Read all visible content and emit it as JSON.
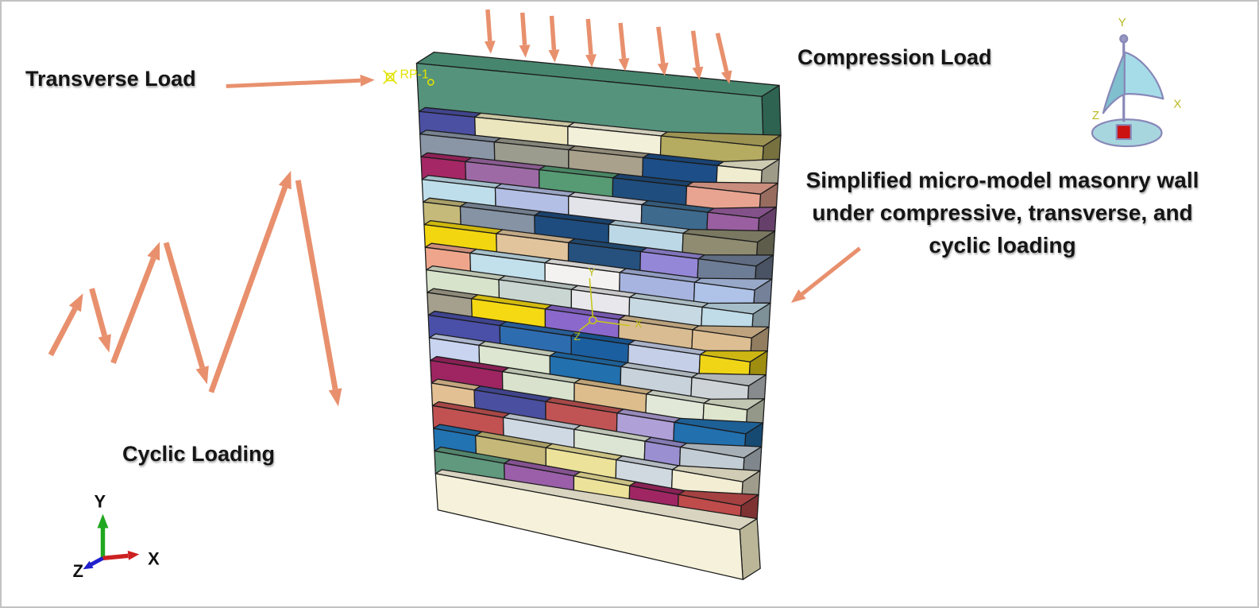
{
  "labels": {
    "transverse_load": "Transverse Load",
    "compression_load": "Compression Load",
    "cyclic_loading": "Cyclic Loading",
    "annotation_line1": "Simplified micro-model masonry wall",
    "annotation_line2": "under compressive, transverse, and",
    "annotation_line3": "cyclic loading",
    "reference_point": "RP-1"
  },
  "axis_labels": {
    "x": "X",
    "y": "Y",
    "z": "Z"
  },
  "colors": {
    "arrow": "#E8906D",
    "label_text": "#151515",
    "yellow_marker": "#E2E200",
    "olive_axis": "#BDBD1C",
    "triad_x_red": "#CC2020",
    "triad_y_green": "#1FA81F",
    "triad_z_blue": "#2020CC",
    "compass_sail_light": "#A5DCE8",
    "compass_sail_dark": "#7FBFCE",
    "compass_base": "#A8D6DF",
    "compass_frame": "#8888B8",
    "compass_square": "#CC1111"
  },
  "wall": {
    "top_beam": {
      "front": "#55937D",
      "top": "#47866E",
      "side": "#2E6351"
    },
    "base_beam": {
      "front": "#F5F1DA",
      "side": "#BBB698"
    },
    "rows": [
      [
        {
          "c": "#4B50A3",
          "w": 0.6
        },
        {
          "c": "#EBE6BE",
          "w": 1
        },
        {
          "c": "#F3F0DA",
          "w": 1
        },
        {
          "c": "#B5AB61",
          "w": 1.1
        }
      ],
      [
        {
          "c": "#8A96A6",
          "w": 1
        },
        {
          "c": "#9B9B8E",
          "w": 1
        },
        {
          "c": "#A9A18C",
          "w": 1
        },
        {
          "c": "#1D4E87",
          "w": 1
        },
        {
          "c": "#F0ECD0",
          "w": 0.6
        }
      ],
      [
        {
          "c": "#A62765",
          "w": 0.6
        },
        {
          "c": "#9E6AA6",
          "w": 1
        },
        {
          "c": "#569B74",
          "w": 1
        },
        {
          "c": "#1F4D7D",
          "w": 1
        },
        {
          "c": "#E8A491",
          "w": 1
        }
      ],
      [
        {
          "c": "#BFDEEB",
          "w": 1
        },
        {
          "c": "#B3BFE4",
          "w": 1
        },
        {
          "c": "#E3E3EA",
          "w": 1
        },
        {
          "c": "#3E6A8E",
          "w": 0.9
        },
        {
          "c": "#9A5FA0",
          "w": 0.7
        }
      ],
      [
        {
          "c": "#C6BA7A",
          "w": 0.5
        },
        {
          "c": "#8593A4",
          "w": 1
        },
        {
          "c": "#1E4C7E",
          "w": 1
        },
        {
          "c": "#BCD8E6",
          "w": 1
        },
        {
          "c": "#8F8C72",
          "w": 1
        }
      ],
      [
        {
          "c": "#F2D60F",
          "w": 1
        },
        {
          "c": "#E2C49C",
          "w": 1
        },
        {
          "c": "#26517E",
          "w": 1
        },
        {
          "c": "#9587D8",
          "w": 0.8
        },
        {
          "c": "#6E7D96",
          "w": 0.8
        }
      ],
      [
        {
          "c": "#EFA58B",
          "w": 0.6
        },
        {
          "c": "#C2E0EC",
          "w": 1
        },
        {
          "c": "#F4F2F0",
          "w": 1
        },
        {
          "c": "#A7B4DF",
          "w": 1
        },
        {
          "c": "#AFC3E8",
          "w": 0.8
        }
      ],
      [
        {
          "c": "#D8E3CC",
          "w": 1
        },
        {
          "c": "#C9D6D2",
          "w": 1
        },
        {
          "c": "#E8E8EC",
          "w": 0.8
        },
        {
          "c": "#C7D9E2",
          "w": 1
        },
        {
          "c": "#BFDCE8",
          "w": 0.7
        }
      ],
      [
        {
          "c": "#A5A08E",
          "w": 0.6
        },
        {
          "c": "#F5D912",
          "w": 1
        },
        {
          "c": "#8A68CC",
          "w": 1
        },
        {
          "c": "#D9BC92",
          "w": 1
        },
        {
          "c": "#DDBE92",
          "w": 0.8
        }
      ],
      [
        {
          "c": "#4A50A8",
          "w": 1
        },
        {
          "c": "#2E6CB0",
          "w": 1
        },
        {
          "c": "#1C5FA0",
          "w": 0.8
        },
        {
          "c": "#C5CFE8",
          "w": 1
        },
        {
          "c": "#F0D516",
          "w": 0.7
        }
      ],
      [
        {
          "c": "#C8D4F0",
          "w": 0.7
        },
        {
          "c": "#DCE6D0",
          "w": 1
        },
        {
          "c": "#2270AE",
          "w": 1
        },
        {
          "c": "#C7D2DA",
          "w": 1
        },
        {
          "c": "#CDD3D6",
          "w": 0.8
        }
      ],
      [
        {
          "c": "#9E2562",
          "w": 1
        },
        {
          "c": "#D8E2CC",
          "w": 1
        },
        {
          "c": "#DDBD8C",
          "w": 1
        },
        {
          "c": "#E2E8D8",
          "w": 0.8
        },
        {
          "c": "#DFE6CE",
          "w": 0.6
        }
      ],
      [
        {
          "c": "#E3C094",
          "w": 0.6
        },
        {
          "c": "#4A4FA0",
          "w": 1
        },
        {
          "c": "#C05454",
          "w": 1
        },
        {
          "c": "#B0A0D8",
          "w": 0.8
        },
        {
          "c": "#2270AE",
          "w": 1
        }
      ],
      [
        {
          "c": "#C25252",
          "w": 1
        },
        {
          "c": "#CFD9E4",
          "w": 1
        },
        {
          "c": "#DCE4D4",
          "w": 1
        },
        {
          "c": "#9A8FD0",
          "w": 0.5
        },
        {
          "c": "#C2CCD4",
          "w": 0.9
        }
      ],
      [
        {
          "c": "#2273B2",
          "w": 0.6
        },
        {
          "c": "#C5B878",
          "w": 1
        },
        {
          "c": "#ECE29A",
          "w": 1
        },
        {
          "c": "#D0D8E0",
          "w": 0.8
        },
        {
          "c": "#F2EDD3",
          "w": 1
        }
      ],
      [
        {
          "c": "#60997E",
          "w": 1
        },
        {
          "c": "#9A5FA8",
          "w": 1
        },
        {
          "c": "#ECE29A",
          "w": 0.8
        },
        {
          "c": "#A02663",
          "w": 0.7
        },
        {
          "c": "#C04B4B",
          "w": 0.9
        }
      ]
    ]
  },
  "figures": {
    "compression_arrows": [
      [
        613,
        10,
        617,
        66
      ],
      [
        657,
        14,
        661,
        71
      ],
      [
        694,
        18,
        698,
        77
      ],
      [
        740,
        22,
        745,
        83
      ],
      [
        781,
        27,
        787,
        88
      ],
      [
        829,
        32,
        837,
        94
      ],
      [
        873,
        37,
        881,
        99
      ],
      [
        904,
        40,
        919,
        104
      ]
    ],
    "transverse_arrow": [
      282,
      107,
      470,
      99
    ],
    "cyclic_arrows": [
      [
        60,
        447,
        101,
        369
      ],
      [
        112,
        363,
        134,
        444
      ],
      [
        139,
        457,
        198,
        304
      ],
      [
        206,
        305,
        258,
        484
      ],
      [
        263,
        494,
        364,
        214
      ],
      [
        373,
        226,
        424,
        512
      ]
    ],
    "annotation_arrow": [
      1084,
      312,
      997,
      381
    ]
  }
}
